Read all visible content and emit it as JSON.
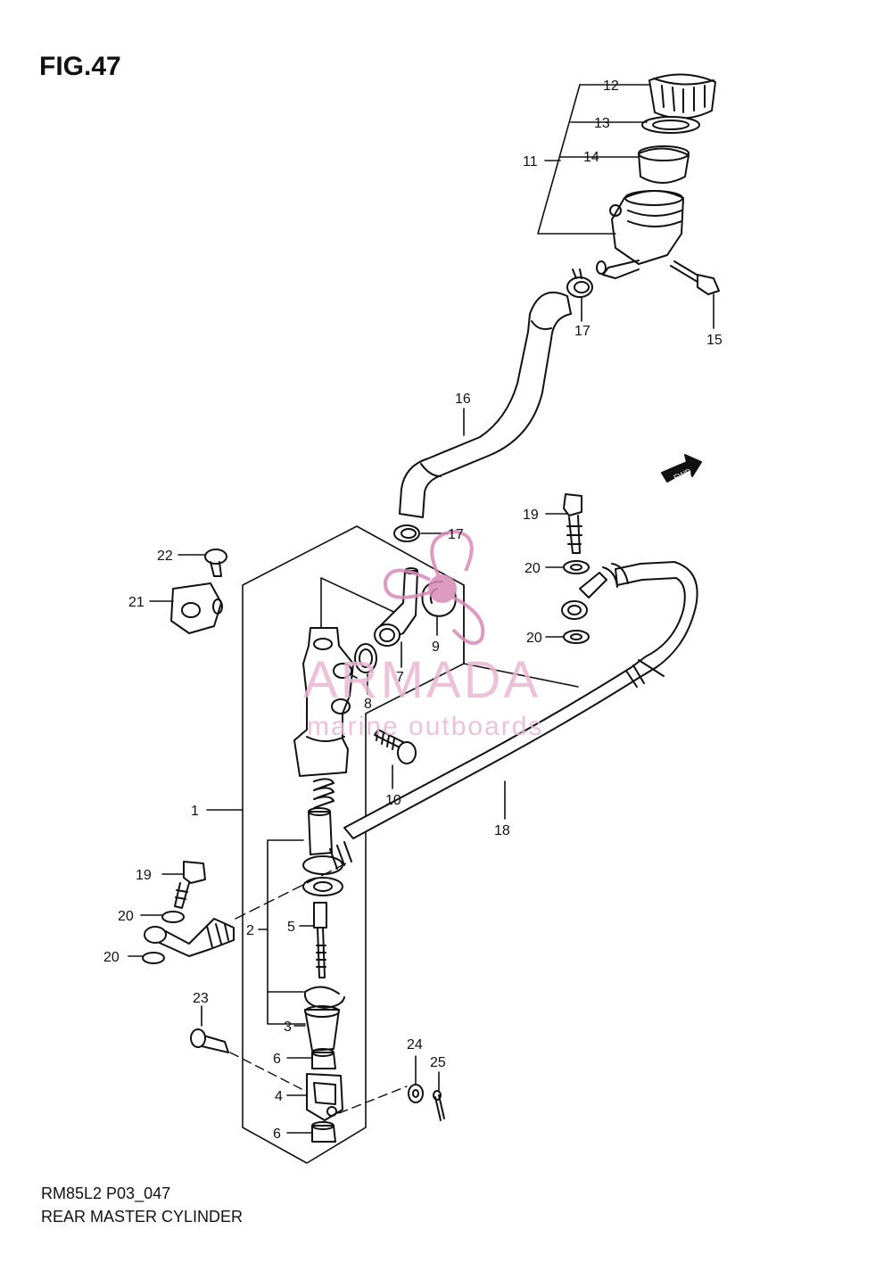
{
  "figure_title": "FIG.47",
  "diagram_code": "RM85L2 P03_047",
  "diagram_name": "REAR MASTER CYLINDER",
  "fwd_label": "FWD",
  "watermark": {
    "brand": "ARMADA",
    "tagline": "marine outboards",
    "color": "#d98ab8"
  },
  "callouts": [
    "1",
    "2",
    "3",
    "4",
    "5",
    "6",
    "6",
    "7",
    "8",
    "9",
    "10",
    "11",
    "12",
    "13",
    "14",
    "15",
    "16",
    "17",
    "17",
    "18",
    "19",
    "19",
    "20",
    "20",
    "20",
    "20",
    "21",
    "22",
    "23",
    "24",
    "25"
  ]
}
